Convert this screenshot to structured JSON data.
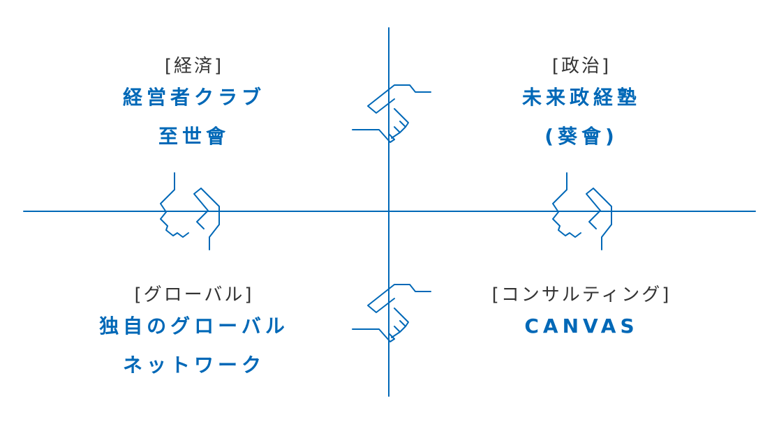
{
  "colors": {
    "line": "#0068b7",
    "accent": "#0068b7",
    "category_text": "#333333"
  },
  "quadrants": {
    "economy": {
      "category": "[経済]",
      "name_lines": [
        "経営者クラブ",
        "至世會"
      ]
    },
    "politics": {
      "category": "[政治]",
      "name_lines": [
        "未来政経塾",
        "(葵會)"
      ]
    },
    "global": {
      "category": "[グローバル]",
      "name_lines": [
        "独自のグローバル",
        "ネットワーク"
      ]
    },
    "consulting": {
      "category": "[コンサルティング]",
      "name_lines": [
        "CANVAS"
      ]
    }
  },
  "icons": [
    "handshake-icon"
  ]
}
